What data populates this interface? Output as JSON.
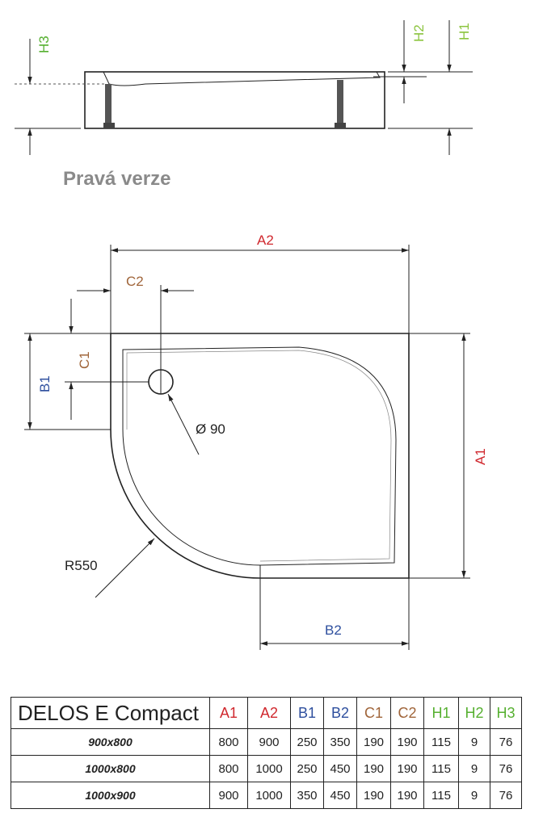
{
  "version_label": "Pravá verze",
  "dimension_labels": {
    "H1": "H1",
    "H2": "H2",
    "H3": "H3",
    "A1": "A1",
    "A2": "A2",
    "B1": "B1",
    "B2": "B2",
    "C1": "C1",
    "C2": "C2",
    "drain": "Ø 90",
    "radius": "R550"
  },
  "colors": {
    "A": "#d0282e",
    "B": "#2e4f9e",
    "C": "#a0653a",
    "H": "#56b030",
    "H_light": "#8cc43f"
  },
  "table": {
    "title": "DELOS E Compact",
    "headers": [
      "A1",
      "A2",
      "B1",
      "B2",
      "C1",
      "C2",
      "H1",
      "H2",
      "H3"
    ],
    "rows": [
      {
        "model": "900x800",
        "values": [
          "800",
          "900",
          "250",
          "350",
          "190",
          "190",
          "115",
          "9",
          "76"
        ]
      },
      {
        "model": "1000x800",
        "values": [
          "800",
          "1000",
          "250",
          "450",
          "190",
          "190",
          "115",
          "9",
          "76"
        ]
      },
      {
        "model": "1000x900",
        "values": [
          "900",
          "1000",
          "350",
          "450",
          "190",
          "190",
          "115",
          "9",
          "76"
        ]
      }
    ]
  }
}
